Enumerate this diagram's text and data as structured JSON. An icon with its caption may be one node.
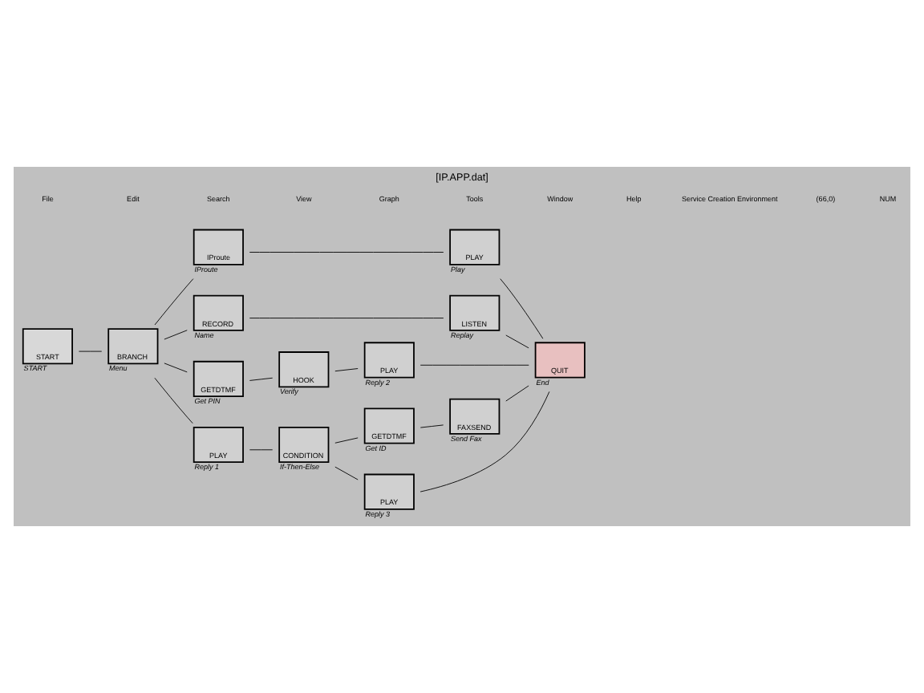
{
  "diagram": {
    "title": "[IP.APP.dat]",
    "nodes": [
      {
        "text": [
          "START"
        ],
        "beside": [
          "START"
        ]
      },
      {
        "text": [
          "BRANCH"
        ],
        "beside": [
          "Menu"
        ]
      },
      {
        "text": [
          "IProute"
        ],
        "beside": [
          "IProute"
        ]
      },
      {
        "text": [
          "RECORD"
        ],
        "beside": [
          "Name"
        ]
      },
      {
        "text": [
          "GETDTMF"
        ],
        "beside": [
          "Get PIN"
        ]
      },
      {
        "text": [
          "PLAY"
        ],
        "beside": [
          "Reply 1"
        ]
      },
      {
        "text": [
          "PLAY"
        ],
        "beside": [
          "Play"
        ]
      },
      {
        "text": [
          "LISTEN"
        ],
        "beside": [
          "Replay"
        ]
      },
      {
        "text": [
          "HOOK"
        ],
        "beside": [
          "Verify"
        ]
      },
      {
        "text": [
          "CONDITION"
        ],
        "beside": [
          "If-Then-Else"
        ]
      },
      {
        "text": [
          "PLAY"
        ],
        "beside": [
          "Reply 2"
        ]
      },
      {
        "text": [
          "GETDTMF"
        ],
        "beside": [
          "Get ID"
        ]
      },
      {
        "text": [
          "FAXSEND"
        ],
        "beside": [
          "Send Fax"
        ]
      },
      {
        "text": [
          "PLAY"
        ],
        "beside": [
          "Reply 3"
        ]
      },
      {
        "text": [
          "QUIT"
        ],
        "beside": [
          "End"
        ]
      }
    ],
    "edges": [
      {
        "from": 0,
        "to": 1,
        "arrow": "none"
      },
      {
        "from": 1,
        "to": 2,
        "arrow": "none"
      },
      {
        "from": 1,
        "to": 3,
        "arrow": "none"
      },
      {
        "from": 1,
        "to": 4,
        "arrow": "none"
      },
      {
        "from": 1,
        "to": 5,
        "arrow": "none"
      },
      {
        "from": 2,
        "to": 6,
        "arrow": "none"
      },
      {
        "from": 3,
        "to": 7,
        "arrow": "none"
      },
      {
        "from": 4,
        "to": 8,
        "arrow": "none"
      },
      {
        "from": 5,
        "to": 9,
        "arrow": "none"
      },
      {
        "from": 6,
        "to": 14,
        "arrow": "none"
      },
      {
        "from": 7,
        "to": 14,
        "arrow": "none"
      },
      {
        "from": 8,
        "to": 10,
        "arrow": "none"
      },
      {
        "from": 10,
        "to": 14,
        "arrow": "none"
      },
      {
        "from": 9,
        "to": 11,
        "arrow": "none"
      },
      {
        "from": 9,
        "to": 13,
        "arrow": "none"
      },
      {
        "from": 11,
        "to": 12,
        "arrow": "none"
      },
      {
        "from": 12,
        "to": 14,
        "arrow": "none"
      },
      {
        "from": 13,
        "to": 14,
        "arrow": "none"
      }
    ],
    "labels": [
      "File",
      "Edit",
      "Search",
      "View",
      "Graph",
      "Tools",
      "Window",
      "Help",
      "Service Creation Environment",
      "(66,0)",
      "NUM"
    ]
  }
}
